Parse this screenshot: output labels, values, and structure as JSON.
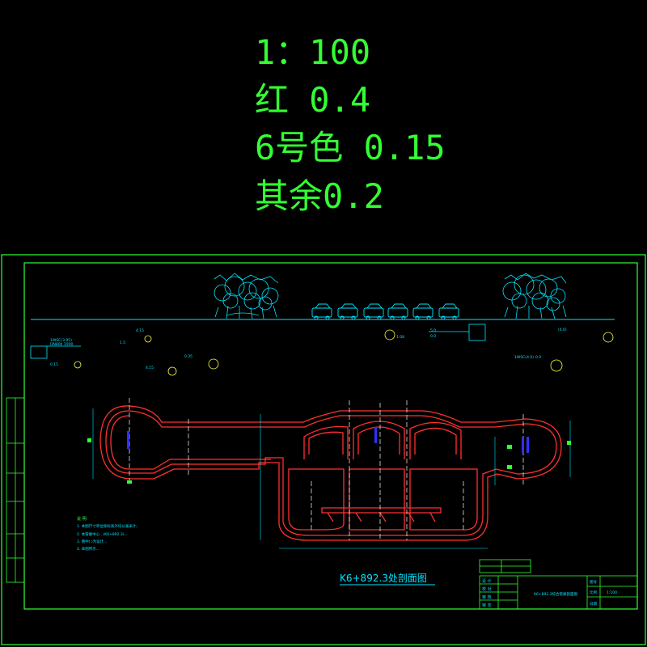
{
  "notes": [
    "1：100",
    "红 0.4",
    "6号色 0.15",
    "其余0.2"
  ],
  "drawing": {
    "title": "K6+892.3处剖面图",
    "top_labels": [
      "1WSC(3.95)",
      "DN800 1000",
      "0.15",
      "4.15",
      "1.5",
      "4.15",
      "0.35",
      "1.08",
      "5.0",
      "0.0",
      "(4.0)",
      "1WSC(4.0)",
      "0.0"
    ],
    "notes_heading": "说 明:",
    "notes_lines": [
      "1. 本图尺寸单位除标高外均以毫米计;",
      "2. 本管廊中心...(K6+892.3)...",
      "3. 图中( )为设计...",
      "4. 本图所示..."
    ],
    "title_block": {
      "labels": [
        "设 计",
        "校 对",
        "审 核",
        "审 定"
      ],
      "drawing_name": "K6+892.3综合管廊剖面图",
      "scale": "1:100",
      "cells": [
        "图号",
        "比例",
        "日期"
      ]
    }
  },
  "colors": {
    "background": "#000000",
    "notes": "#33ff33",
    "frame": "#33ff33",
    "annotation": "#00e5ff",
    "wall": "#ff3030",
    "pipe": "#3030ff",
    "centerline": "#ffffff"
  }
}
